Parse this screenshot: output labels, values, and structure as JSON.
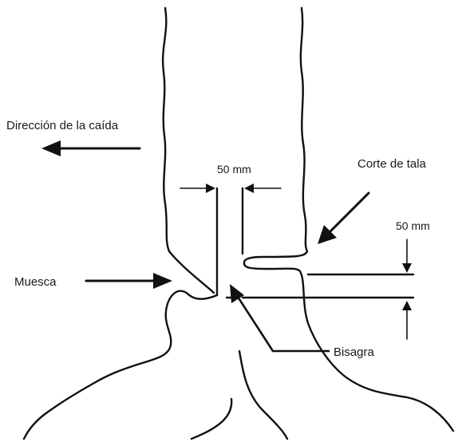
{
  "labels": {
    "fall_direction": "Dirección de la caída",
    "notch_width": "50 mm",
    "felling_cut": "Corte de tala",
    "step_height": "50 mm",
    "notch": "Muesca",
    "hinge": "Bisagra"
  },
  "colors": {
    "line": "#111111",
    "background": "#ffffff"
  }
}
